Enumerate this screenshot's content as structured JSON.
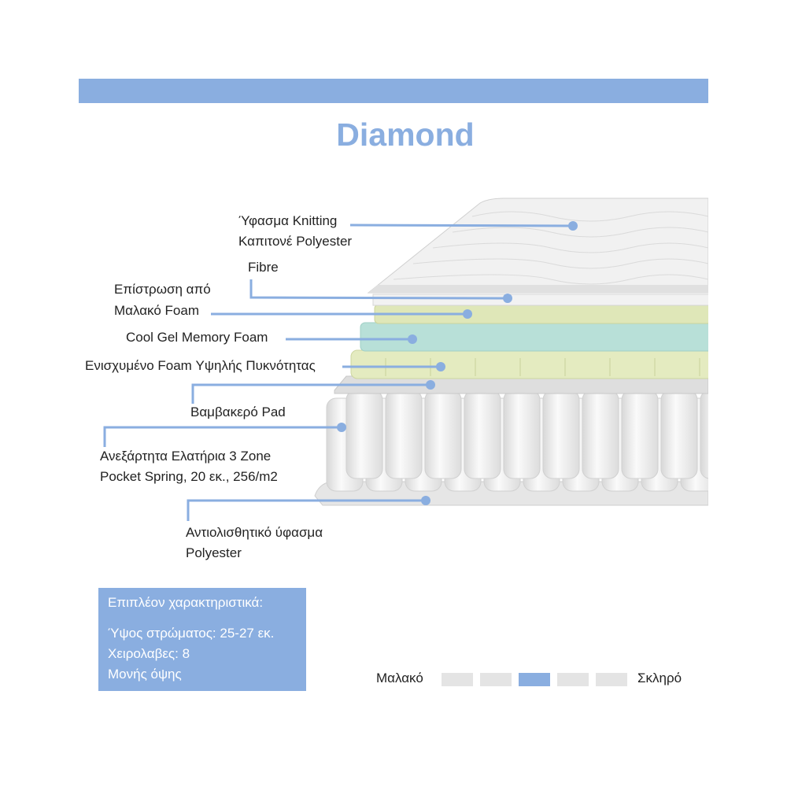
{
  "header": {
    "title": "Diamond"
  },
  "colors": {
    "accent": "#8aaee0",
    "inactive_segment": "#e4e4e4"
  },
  "layers": [
    {
      "lines": [
        "Ύφασμα Knitting",
        "Καπιτονέ Polyester"
      ]
    },
    {
      "lines": [
        "Fibre"
      ]
    },
    {
      "lines": [
        "Επίστρωση από",
        "Μαλακό Foam"
      ]
    },
    {
      "lines": [
        "Cool Gel Memory Foam"
      ]
    },
    {
      "lines": [
        "Ενισχυμένο Foam Υψηλής Πυκνότητας"
      ]
    },
    {
      "lines": [
        "Βαμβακερό Pad"
      ]
    },
    {
      "lines": [
        "Ανεξάρτητα Ελατήρια 3 Zone",
        "Pocket Spring, 20 εκ., 256/m2"
      ]
    },
    {
      "lines": [
        "Αντιολισθητικό ύφασμα",
        "Polyester"
      ]
    }
  ],
  "features": {
    "heading": "Επιπλέον χαρακτηριστικά:",
    "items": [
      "Ύψος στρώματος: 25-27 εκ.",
      "Χειρολαβες: 8",
      "Μονής όψης"
    ]
  },
  "firmness": {
    "soft_label": "Μαλακό",
    "hard_label": "Σκληρό",
    "level": 3,
    "max": 5
  }
}
